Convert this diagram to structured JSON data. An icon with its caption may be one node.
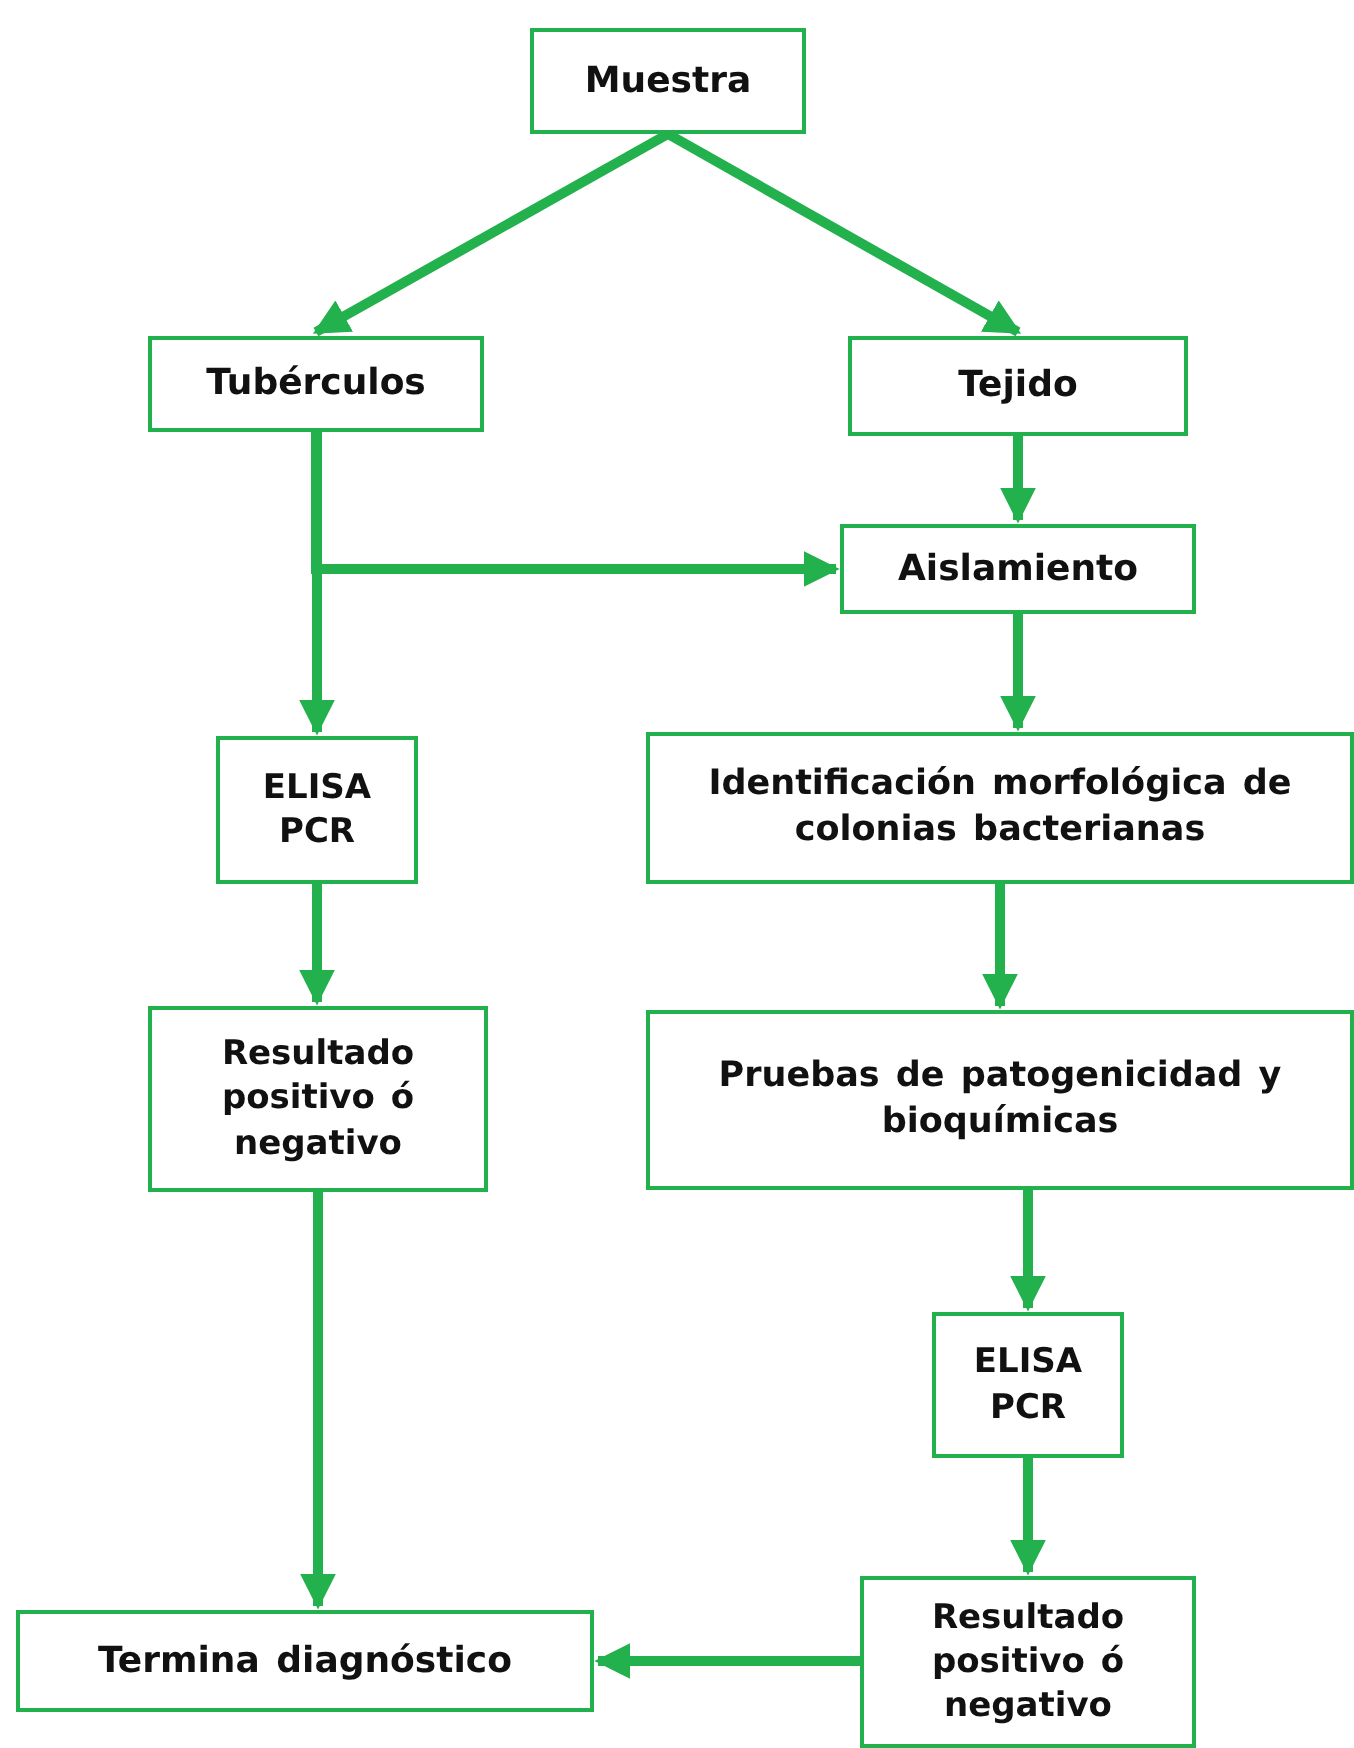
{
  "diagram": {
    "nodes": [
      {
        "text": [
          "Muestra"
        ]
      },
      {
        "text": [
          "Tubérculos"
        ]
      },
      {
        "text": [
          "Tejido"
        ]
      },
      {
        "text": [
          "Aislamiento"
        ]
      },
      {
        "text": [
          "ELISA PCR"
        ]
      },
      {
        "text": [
          "Resultado positivo ó negativo"
        ]
      },
      {
        "text": [
          "Identificación morfológica de colonias bacterianas"
        ]
      },
      {
        "text": [
          "Pruebas de patogenicidad y bioquímicas"
        ]
      },
      {
        "text": [
          "ELISA PCR"
        ]
      },
      {
        "text": [
          "Resultado positivo ó negativo"
        ]
      },
      {
        "text": [
          "Termina diagnóstico"
        ]
      }
    ],
    "edges": [
      {
        "from": 0,
        "to": 1,
        "arrow": "to"
      },
      {
        "from": 0,
        "to": 2,
        "arrow": "to"
      },
      {
        "from": 1,
        "to": 4,
        "arrow": "to"
      },
      {
        "from": 1,
        "to": 3,
        "arrow": "to"
      },
      {
        "from": 2,
        "to": 3,
        "arrow": "to"
      },
      {
        "from": 3,
        "to": 6,
        "arrow": "to"
      },
      {
        "from": 4,
        "to": 5,
        "arrow": "to"
      },
      {
        "from": 6,
        "to": 7,
        "arrow": "to"
      },
      {
        "from": 7,
        "to": 8,
        "arrow": "to"
      },
      {
        "from": 8,
        "to": 9,
        "arrow": "to"
      },
      {
        "from": 5,
        "to": 10,
        "arrow": "to"
      },
      {
        "from": 9,
        "to": 10,
        "arrow": "to"
      }
    ]
  }
}
